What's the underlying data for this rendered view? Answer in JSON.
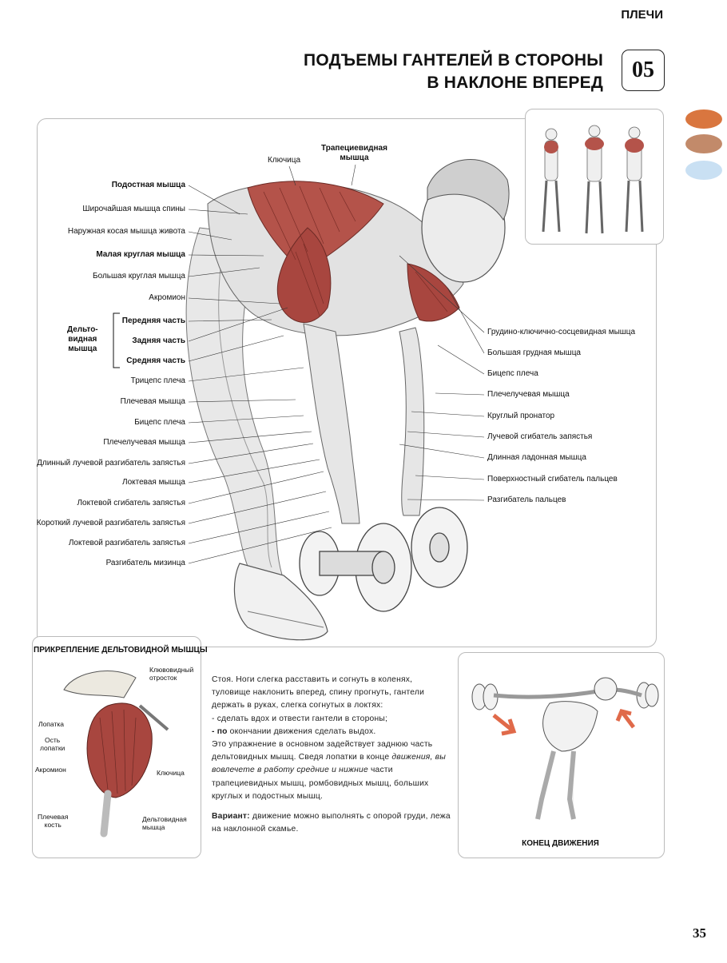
{
  "header": {
    "section": "ПЛЕЧИ",
    "title_line1": "ПОДЪЕМЫ ГАНТЕЛЕЙ В СТОРОНЫ",
    "title_line2": "В НАКЛОНЕ ВПЕРЕД",
    "exercise_number": "05"
  },
  "side_dots": {
    "colors": [
      "#d9763f",
      "#c28a6a",
      "#c9e0f3"
    ]
  },
  "main_labels": {
    "top": {
      "klyuchitsa": "Ключица",
      "trapezius_l1": "Трапециевидная",
      "trapezius_l2": "мышца"
    },
    "left": [
      {
        "text": "Подостная мышца",
        "bold": true
      },
      {
        "text": "Широчайшая мышца спины",
        "bold": false
      },
      {
        "text": "Наружная косая мышца живота",
        "bold": false
      },
      {
        "text": "Малая круглая мышца",
        "bold": true
      },
      {
        "text": "Большая круглая мышца",
        "bold": false
      },
      {
        "text": "Акромион",
        "bold": false
      },
      {
        "text": "Передняя часть",
        "bold": true
      },
      {
        "text": "Задняя часть",
        "bold": true
      },
      {
        "text": "Средняя часть",
        "bold": true
      },
      {
        "text": "Трицепс плеча",
        "bold": false
      },
      {
        "text": "Плечевая мышца",
        "bold": false
      },
      {
        "text": "Бицепс плеча",
        "bold": false
      },
      {
        "text": "Плечелучевая мышца",
        "bold": false
      },
      {
        "text": "Длинный лучевой разгибатель запястья",
        "bold": false
      },
      {
        "text": "Локтевая мышца",
        "bold": false
      },
      {
        "text": "Локтевой сгибатель запястья",
        "bold": false
      },
      {
        "text": "Короткий лучевой разгибатель запястья",
        "bold": false
      },
      {
        "text": "Локтевой разгибатель запястья",
        "bold": false
      },
      {
        "text": "Разгибатель мизинца",
        "bold": false
      }
    ],
    "deltoid_group": {
      "l1": "Дельто-",
      "l2": "видная",
      "l3": "мышца"
    },
    "right": [
      "Грудино-ключично-сосцевидная мышца",
      "Большая грудная мышца",
      "Бицепс плеча",
      "Плечелучевая мышца",
      "Круглый пронатор",
      "Лучевой сгибатель запястья",
      "Длинная ладонная мышца",
      "Поверхностный сгибатель пальцев",
      "Разгибатель пальцев"
    ]
  },
  "attachment_panel": {
    "title": "ПРИКРЕПЛЕНИЕ ДЕЛЬТОВИДНОЙ МЫШЦЫ",
    "labels": {
      "coracoid_l1": "Клювовидный",
      "coracoid_l2": "отросток",
      "scapula": "Лопатка",
      "spine_l1": "Ость",
      "spine_l2": "лопатки",
      "acromion": "Акромион",
      "clavicle": "Ключица",
      "humerus_l1": "Плечевая",
      "humerus_l2": "кость",
      "deltoid_l1": "Дельтовидная",
      "deltoid_l2": "мышца"
    }
  },
  "description": {
    "p1": "Стоя. Ноги слегка расставить и согнуть в коленях, туловище наклонить вперед, спину прогнуть, гантели держать в руках, слегка согнутых в локтях:",
    "step1": "- сделать вдох и отвести гантели в стороны;",
    "step2_prefix": "- по",
    "step2_rest": " окончании движения сделать выдох.",
    "p2_a": "Это упражнение в основном задействует заднюю часть дельтовидных мышц. Сведя лопатки в конце ",
    "p2_italic": "движения, вы вовлечете в работу средние и нижние",
    "p2_b": " части трапециевидных мышц, ромбовидных мышц, больших круглых и подостных мышц.",
    "variant_label": "Вариант:",
    "variant_text": " движение можно выполнять с опорой груди, лежа на наклонной скамье."
  },
  "end_panel": {
    "caption": "КОНЕЦ ДВИЖЕНИЯ"
  },
  "page_number": "35"
}
